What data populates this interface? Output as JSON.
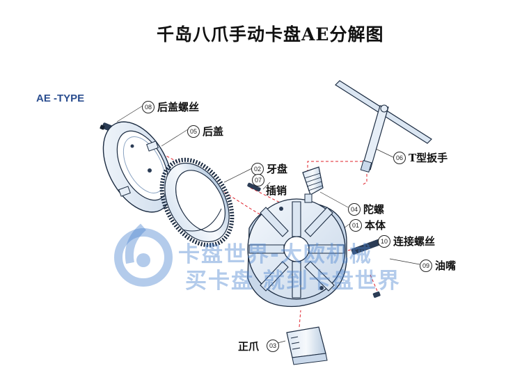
{
  "title": "千岛八爪手动卡盘AE分解图",
  "type_label": "AE -TYPE",
  "parts": [
    {
      "num": "08",
      "label": "后盖螺丝"
    },
    {
      "num": "05",
      "label": "后盖"
    },
    {
      "num": "02",
      "label": "牙盘"
    },
    {
      "num": "07",
      "label": "插销"
    },
    {
      "num": "06",
      "label": "T型扳手"
    },
    {
      "num": "04",
      "label": "陀螺"
    },
    {
      "num": "01",
      "label": "本体"
    },
    {
      "num": "10",
      "label": "连接螺丝"
    },
    {
      "num": "09",
      "label": "油嘴"
    },
    {
      "num": "03",
      "label": "正爪"
    }
  ],
  "watermark": {
    "line1": "卡盘世界-大欧机械",
    "line2": "买卡盘  就到卡盘世界"
  },
  "colors": {
    "part_fill": "#e6eef7",
    "part_stroke": "#1a2a40",
    "dashed_leader": "#e0202a",
    "type_text": "#2a4d8f",
    "watermark": "#4a84d0"
  },
  "icons": [
    "watermark-logo-icon"
  ]
}
